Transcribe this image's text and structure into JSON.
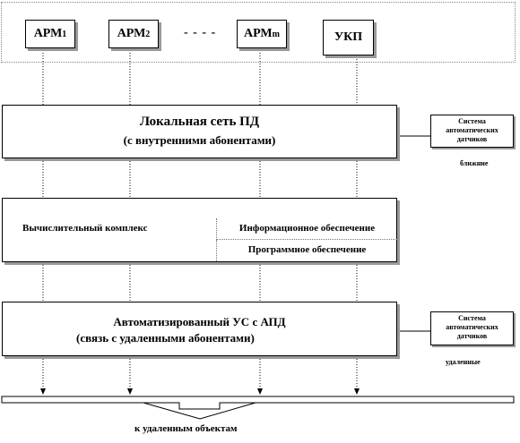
{
  "workstations": {
    "arm1": {
      "base": "АРМ",
      "sub": "1"
    },
    "arm2": {
      "base": "АРМ",
      "sub": "2"
    },
    "ellipsis": "- - - -",
    "armm": {
      "base": "АРМ",
      "sub": "m"
    },
    "ukp": "УКП"
  },
  "lan": {
    "title": "Локальная сеть ПД",
    "subtitle": "(с внутренними абонентами)"
  },
  "sensors_near": {
    "lines": [
      "Система",
      "автоматических",
      "датчиков"
    ],
    "caption": "ближние"
  },
  "computing": {
    "label": "Вычислительный комплекс",
    "info": "Информационное обеспечение",
    "software": "Программное обеспечение"
  },
  "communication": {
    "title": "Автоматизированный УС с АПД",
    "subtitle": "(связь с удаленными абонентами)"
  },
  "sensors_remote": {
    "lines": [
      "Система",
      "автоматических",
      "датчиков"
    ],
    "caption": "удаленные"
  },
  "bottom": {
    "caption": "к удаленным объектам"
  }
}
